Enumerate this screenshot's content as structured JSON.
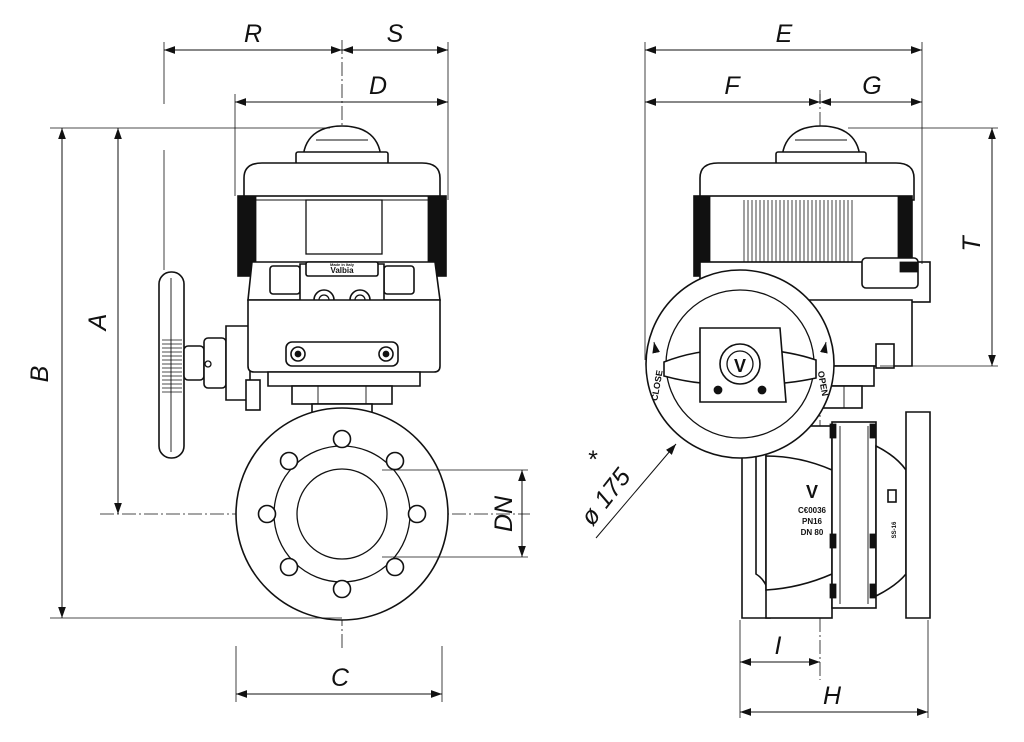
{
  "dimensions": {
    "R": "R",
    "S": "S",
    "D": "D",
    "A": "A",
    "B": "B",
    "C": "C",
    "DN": "DN",
    "E": "E",
    "F": "F",
    "G": "G",
    "T": "T",
    "I": "I",
    "H": "H",
    "diameter": "ø 175",
    "asterisk": "*"
  },
  "markings": {
    "brand": "Valbia",
    "made_in": "Made in Italy",
    "ce": "C€0036",
    "pressure": "PN16",
    "size": "DN 80",
    "side_code": "SS-16",
    "close": "CLOSE",
    "open": "OPEN",
    "logo": "V"
  }
}
